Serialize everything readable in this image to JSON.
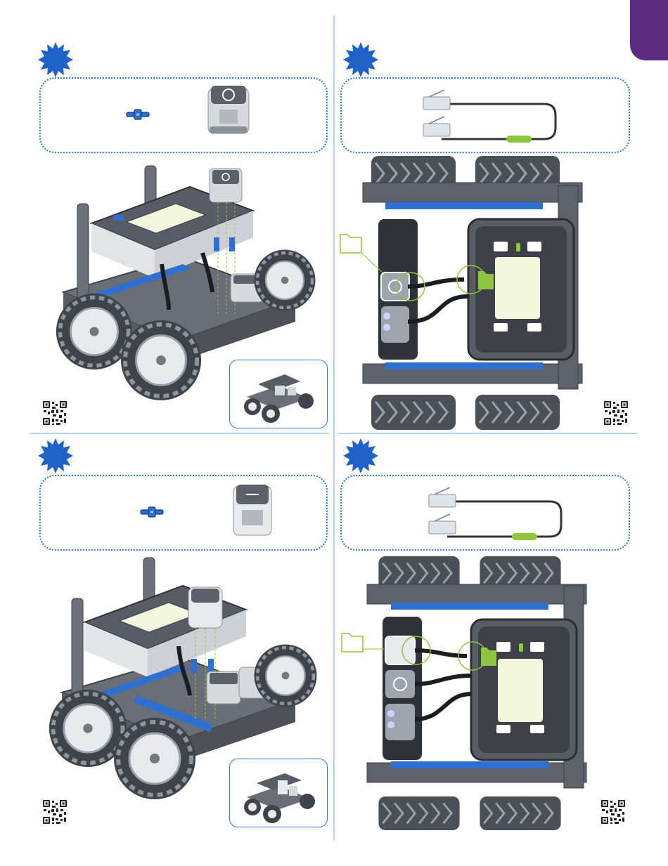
{
  "page": {
    "accent_tab_color": "#5b2c82",
    "divider_color": "#b7d3ee",
    "step_marker_color": "#1f63c8"
  },
  "panels": [
    {
      "position": "top-left",
      "parts": [
        "blue-pin-icon",
        "eye-sensor-icon"
      ],
      "illustration": "robot-iso-eye-sensor-mount",
      "has_inset": true,
      "has_qr": true
    },
    {
      "position": "top-right",
      "parts": [
        "smart-cable-icon"
      ],
      "cable_tag_color": "#8dc63f",
      "illustration": "brain-top-view-cable-route",
      "callout_color": "#8dc63f",
      "has_qr": true
    },
    {
      "position": "bottom-left",
      "parts": [
        "blue-pin-icon",
        "distance-sensor-icon"
      ],
      "illustration": "robot-iso-distance-sensor-mount",
      "has_inset": true,
      "has_qr": true
    },
    {
      "position": "bottom-right",
      "parts": [
        "smart-cable-icon"
      ],
      "cable_tag_color": "#8dc63f",
      "illustration": "brain-top-view-cable-route-2",
      "callout_color": "#8dc63f",
      "has_qr": true
    }
  ]
}
